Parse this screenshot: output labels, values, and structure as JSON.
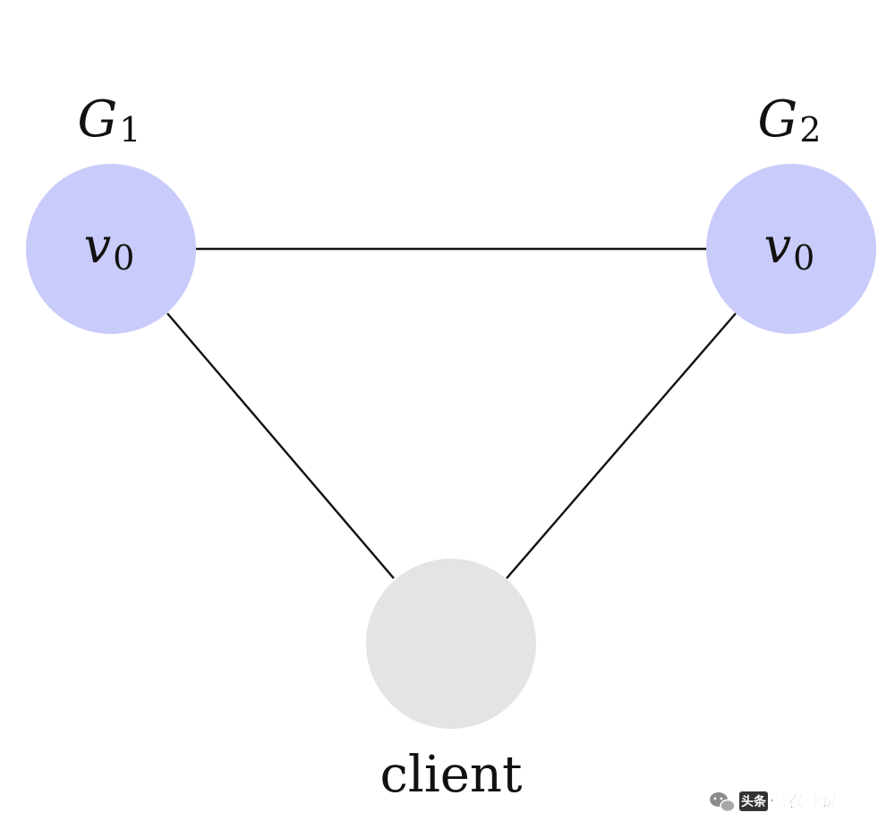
{
  "diagram": {
    "nodes": {
      "g1": {
        "group_label": "G",
        "group_index": "1",
        "node_label": "v",
        "node_index": "0",
        "fill": "#c9cbfb"
      },
      "g2": {
        "group_label": "G",
        "group_index": "2",
        "node_label": "v",
        "node_index": "0",
        "fill": "#c9cbfb"
      },
      "client": {
        "label": "client",
        "fill": "#e4e4e4"
      }
    },
    "edges": [
      {
        "from": "g1",
        "to": "g2"
      },
      {
        "from": "g1",
        "to": "client"
      },
      {
        "from": "g2",
        "to": "client"
      }
    ],
    "edge_color": "#111111"
  },
  "watermark": {
    "badge": "头条",
    "text": "码农神说",
    "icon": "wechat-icon"
  }
}
